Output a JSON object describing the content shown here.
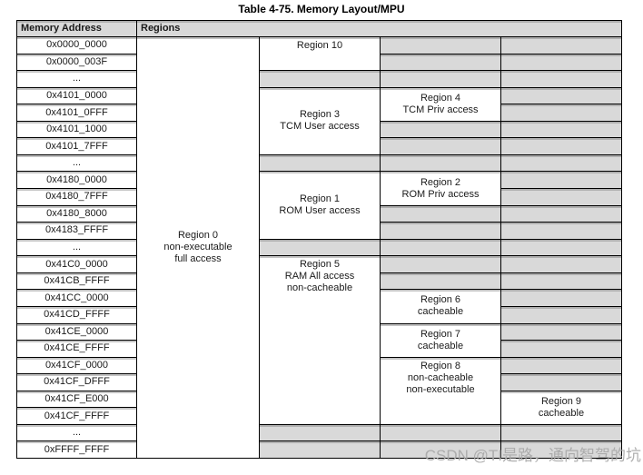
{
  "title": "Table 4-75. Memory Layout/MPU",
  "watermark": "CSDN @TI是路，通向智驾的坑",
  "colors": {
    "cell_gray": "#d9d9d9",
    "border": "#000000",
    "watermark_gray": "#a9a9a9"
  },
  "table": {
    "header": {
      "address": "Memory Address",
      "regions": "Regions"
    },
    "addresses": [
      "0x0000_0000",
      "0x0000_003F",
      "...",
      "0x4101_0000",
      "0x4101_0FFF",
      "0x4101_1000",
      "0x4101_7FFF",
      "...",
      "0x4180_0000",
      "0x4180_7FFF",
      "0x4180_8000",
      "0x4183_FFFF",
      "...",
      "0x41C0_0000",
      "0x41CB_FFFF",
      "0x41CC_0000",
      "0x41CD_FFFF",
      "0x41CE_0000",
      "0x41CE_FFFF",
      "0x41CF_0000",
      "0x41CF_DFFF",
      "0x41CF_E000",
      "0x41CF_FFFF",
      "...",
      "0xFFFF_FFFF"
    ],
    "region_columns": [
      {
        "name": "region-0-column",
        "cells": [
          {
            "row": 1,
            "span": 25,
            "lines": [
              "Region 0",
              "non-executable",
              "full access"
            ],
            "valign": "middle"
          }
        ]
      },
      {
        "name": "regions-column-a",
        "cells": [
          {
            "row": 1,
            "span": 2,
            "lines": [
              "Region 10"
            ],
            "valign": "top"
          },
          {
            "row": 3,
            "span": 1,
            "gray": true
          },
          {
            "row": 4,
            "span": 4,
            "lines": [
              "Region 3",
              "TCM User access"
            ],
            "valign": "middle"
          },
          {
            "row": 8,
            "span": 1,
            "gray": true
          },
          {
            "row": 9,
            "span": 4,
            "lines": [
              "Region 1",
              "ROM User access"
            ],
            "valign": "middle"
          },
          {
            "row": 13,
            "span": 1,
            "gray": true
          },
          {
            "row": 14,
            "span": 10,
            "lines": [
              "Region 5",
              "RAM All access",
              "non-cacheable"
            ],
            "valign": "top"
          },
          {
            "row": 24,
            "span": 1,
            "gray": true
          },
          {
            "row": 25,
            "span": 1,
            "gray": true
          }
        ]
      },
      {
        "name": "regions-column-b",
        "cells": [
          {
            "row": 1,
            "span": 1,
            "gray": true
          },
          {
            "row": 2,
            "span": 1,
            "gray": true
          },
          {
            "row": 3,
            "span": 1,
            "gray": true
          },
          {
            "row": 4,
            "span": 2,
            "lines": [
              "Region 4",
              "TCM Priv access"
            ],
            "valign": "middle"
          },
          {
            "row": 6,
            "span": 1,
            "gray": true
          },
          {
            "row": 7,
            "span": 1,
            "gray": true
          },
          {
            "row": 8,
            "span": 1,
            "gray": true
          },
          {
            "row": 9,
            "span": 2,
            "lines": [
              "Region 2",
              "ROM Priv access"
            ],
            "valign": "middle"
          },
          {
            "row": 11,
            "span": 1,
            "gray": true
          },
          {
            "row": 12,
            "span": 1,
            "gray": true
          },
          {
            "row": 13,
            "span": 1,
            "gray": true
          },
          {
            "row": 14,
            "span": 1,
            "gray": true
          },
          {
            "row": 15,
            "span": 1,
            "gray": true
          },
          {
            "row": 16,
            "span": 2,
            "lines": [
              "Region 6",
              "cacheable"
            ],
            "valign": "middle"
          },
          {
            "row": 18,
            "span": 2,
            "lines": [
              "Region 7",
              "cacheable"
            ],
            "valign": "middle"
          },
          {
            "row": 20,
            "span": 4,
            "lines": [
              "Region 8",
              "non-cacheable",
              "non-executable"
            ],
            "valign": "top"
          },
          {
            "row": 24,
            "span": 1,
            "gray": true
          },
          {
            "row": 25,
            "span": 1,
            "gray": true
          }
        ]
      },
      {
        "name": "regions-column-c",
        "cells": [
          {
            "row": 1,
            "span": 1,
            "gray": true
          },
          {
            "row": 2,
            "span": 1,
            "gray": true
          },
          {
            "row": 3,
            "span": 1,
            "gray": true
          },
          {
            "row": 4,
            "span": 1,
            "gray": true
          },
          {
            "row": 5,
            "span": 1,
            "gray": true
          },
          {
            "row": 6,
            "span": 1,
            "gray": true
          },
          {
            "row": 7,
            "span": 1,
            "gray": true
          },
          {
            "row": 8,
            "span": 1,
            "gray": true
          },
          {
            "row": 9,
            "span": 1,
            "gray": true
          },
          {
            "row": 10,
            "span": 1,
            "gray": true
          },
          {
            "row": 11,
            "span": 1,
            "gray": true
          },
          {
            "row": 12,
            "span": 1,
            "gray": true
          },
          {
            "row": 13,
            "span": 1,
            "gray": true
          },
          {
            "row": 14,
            "span": 1,
            "gray": true
          },
          {
            "row": 15,
            "span": 1,
            "gray": true
          },
          {
            "row": 16,
            "span": 1,
            "gray": true
          },
          {
            "row": 17,
            "span": 1,
            "gray": true
          },
          {
            "row": 18,
            "span": 1,
            "gray": true
          },
          {
            "row": 19,
            "span": 1,
            "gray": true
          },
          {
            "row": 20,
            "span": 1,
            "gray": true
          },
          {
            "row": 21,
            "span": 1,
            "gray": true
          },
          {
            "row": 22,
            "span": 2,
            "lines": [
              "Region 9",
              "cacheable"
            ],
            "valign": "middle"
          },
          {
            "row": 24,
            "span": 1,
            "gray": true
          },
          {
            "row": 25,
            "span": 1,
            "gray": true
          }
        ]
      }
    ]
  }
}
